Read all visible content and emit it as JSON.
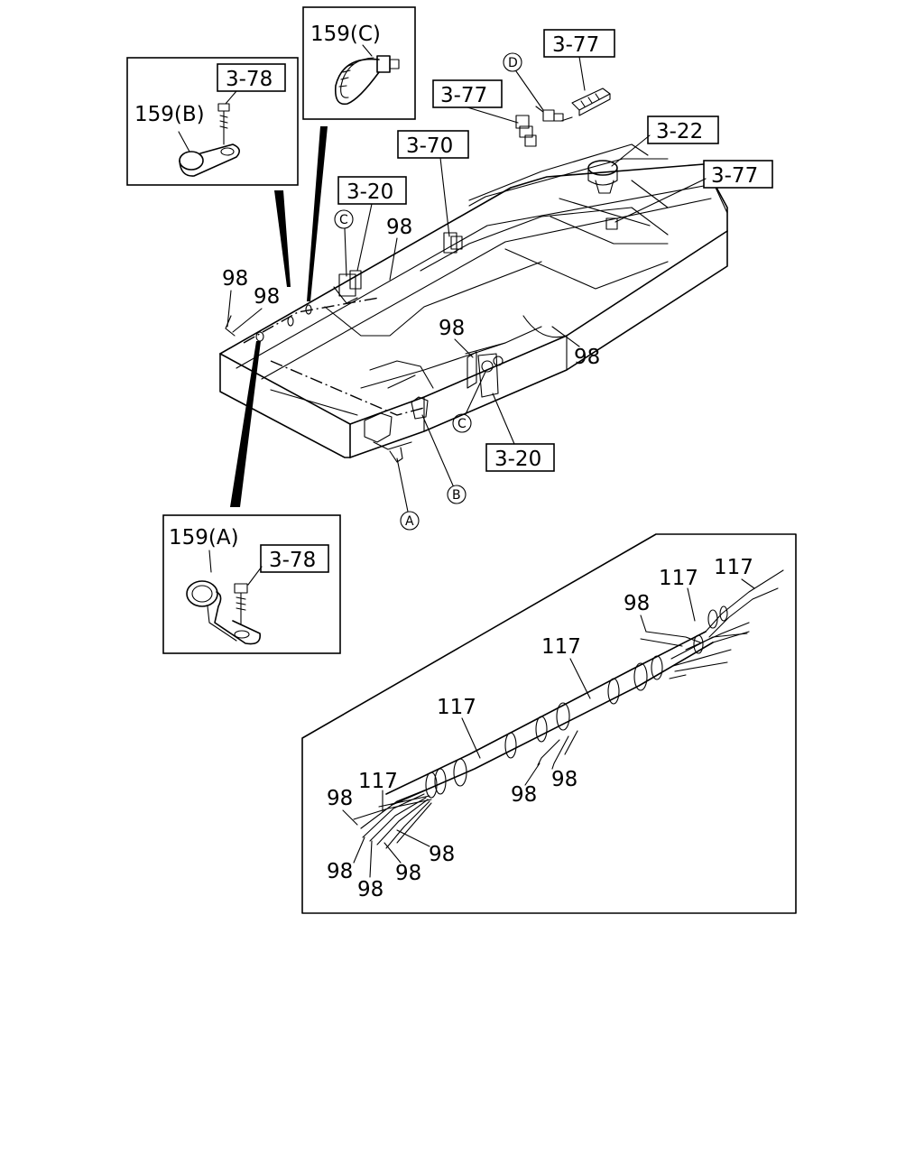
{
  "callouts": {
    "ref_3_78_b": "3-78",
    "part_159_b": "159(B)",
    "part_159_c": "159(C)",
    "part_159_a": "159(A)",
    "ref_3_78_a": "3-78",
    "ref_3_77_top": "3-77",
    "ref_3_77_left": "3-77",
    "ref_3_77_right": "3-77",
    "ref_3_70": "3-70",
    "ref_3_22": "3-22",
    "ref_3_20_top": "3-20",
    "ref_3_20_bottom": "3-20",
    "part_98_a": "98",
    "part_98_b": "98",
    "part_98_c": "98",
    "part_98_d": "98",
    "part_98_e": "98",
    "marker_a": "A",
    "marker_b": "B",
    "marker_c_top": "C",
    "marker_c_bottom": "C",
    "marker_d": "D"
  },
  "harness": {
    "part_117_a": "117",
    "part_117_b": "117",
    "part_117_c": "117",
    "part_117_d": "117",
    "part_117_e": "117",
    "part_98_1": "98",
    "part_98_2": "98",
    "part_98_3": "98",
    "part_98_4": "98",
    "part_98_5": "98",
    "part_98_6": "98",
    "part_98_7": "98",
    "part_98_8": "98"
  }
}
